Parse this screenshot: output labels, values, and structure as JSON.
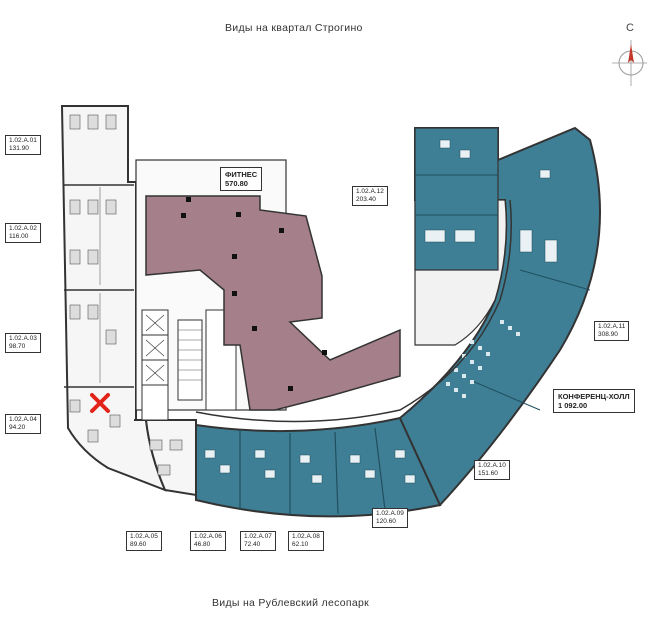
{
  "views": {
    "top": "Виды на квартал Строгино",
    "bottom": "Виды на Рублевский лесопарк"
  },
  "compass": {
    "north": "С"
  },
  "colors": {
    "office": "#3f7f96",
    "fitness": "#a5808a",
    "marker": "#e2231a"
  },
  "units": [
    {
      "id": "1.02.A.01",
      "area": "131.90"
    },
    {
      "id": "1.02.A.02",
      "area": "116.00"
    },
    {
      "id": "1.02.A.03",
      "area": "98.70"
    },
    {
      "id": "1.02.A.04",
      "area": "94.20"
    },
    {
      "id": "1.02.A.05",
      "area": "89.60"
    },
    {
      "id": "1.02.A.06",
      "area": "46.80"
    },
    {
      "id": "1.02.A.07",
      "area": "72.40"
    },
    {
      "id": "1.02.A.08",
      "area": "62.10"
    },
    {
      "id": "1.02.A.09",
      "area": "120.60"
    },
    {
      "id": "1.02.A.10",
      "area": "151.60"
    },
    {
      "id": "1.02.A.11",
      "area": "308.90"
    },
    {
      "id": "1.02.A.12",
      "area": "203.40"
    }
  ],
  "fitness": {
    "name": "ФИТНЕС",
    "area": "570.80"
  },
  "conference": {
    "name": "КОНФЕРЕНЦ-ХОЛЛ",
    "area": "1 092.00"
  }
}
